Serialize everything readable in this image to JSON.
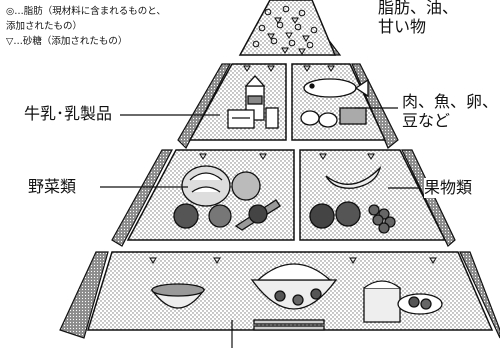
{
  "legend": {
    "fat_symbol": "◎",
    "fat_text": "…脂肪（現材料に含まれるものと、",
    "fat_text_cont": "添加されたもの）",
    "sugar_symbol": "▽",
    "sugar_text": "…砂糖（添加されたもの）"
  },
  "labels": {
    "fats": [
      "脂肪、油、",
      "甘い物"
    ],
    "dairy": "牛乳･乳製品",
    "protein": [
      "肉、魚、卵、",
      "豆など"
    ],
    "vegetables": "野菜類",
    "fruits": "果物類"
  },
  "colors": {
    "line": "#111111",
    "shade": "#9a9a9a",
    "paper": "#ffffff"
  }
}
